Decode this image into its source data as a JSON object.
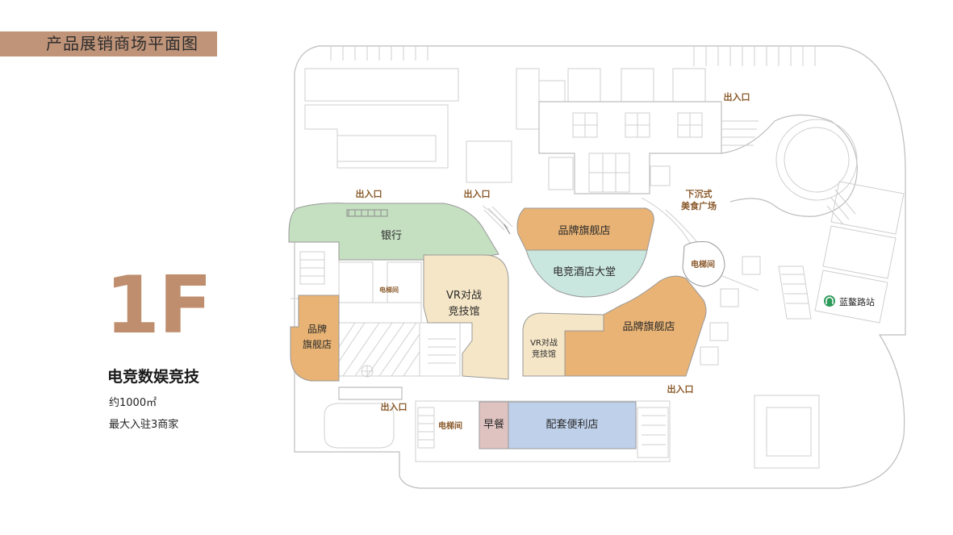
{
  "header": {
    "title": "产品展销商场平面图"
  },
  "floor": {
    "code": "1F",
    "name": "电竞数娱竞技",
    "area": "约1000㎡",
    "tenants": "最大入驻3商家"
  },
  "zones": {
    "bank": "银行",
    "vr_arena_main_line1": "VR对战",
    "vr_arena_main_line2": "竞技馆",
    "vr_arena_small_line1": "VR对战",
    "vr_arena_small_line2": "竞技馆",
    "flagship_top": "品牌旗舰店",
    "hotel_lobby": "电竞酒店大堂",
    "flagship_right": "品牌旗舰店",
    "flagship_left_line1": "品牌",
    "flagship_left_line2": "旗舰店",
    "breakfast": "早餐",
    "convenience": "配套便利店"
  },
  "markers": {
    "exit_a": "出入口",
    "exit_b": "出入口",
    "exit_c": "出入口",
    "exit_d": "出入口",
    "exit_e": "出入口",
    "elevator_a": "电梯间",
    "elevator_b": "电梯间",
    "elevator_c": "电梯间",
    "sunken_plaza_line1": "下沉式",
    "sunken_plaza_line2": "美食广场",
    "metro_station": "蓝鳌路站"
  },
  "colors": {
    "title_bar": "#c09479",
    "floor_code": "#bf8e6f",
    "bank": "#c5dfc1",
    "vr_arena": "#f5e6c7",
    "flagship": "#e8b374",
    "hotel_lobby": "#c9e6df",
    "breakfast": "#dfc3c1",
    "convenience": "#bed0ea",
    "metro": "#2e9a5a"
  },
  "icons": {
    "metro": "metro-station-icon"
  }
}
